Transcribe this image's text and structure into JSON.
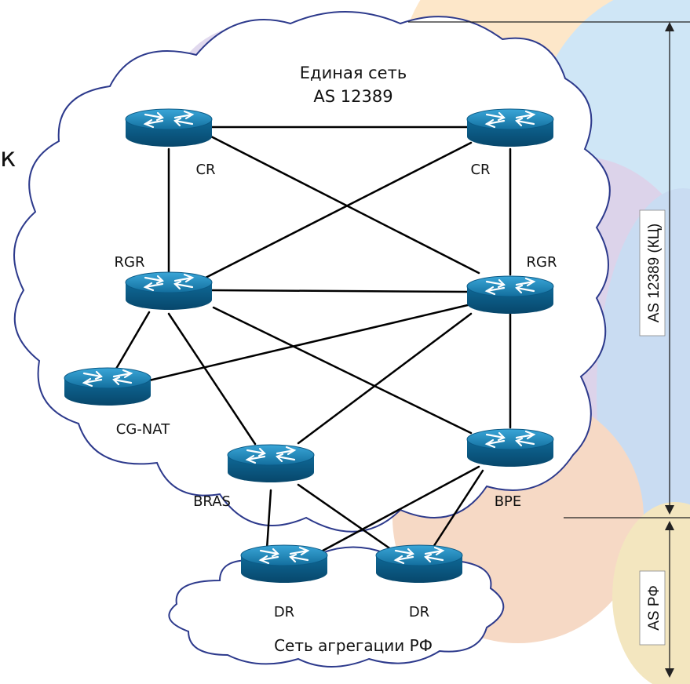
{
  "clouds": {
    "main_title_line1": "Единая сеть",
    "main_title_line2": "AS 12389",
    "aggregation_title": "Сеть агрегации РФ"
  },
  "routers": {
    "cr_left": "CR",
    "cr_right": "CR",
    "rgr_left": "RGR",
    "rgr_right": "RGR",
    "cgnat": "CG-NAT",
    "bras": "BRAS",
    "bpe": "BPE",
    "dr_left": "DR",
    "dr_right": "DR"
  },
  "brackets": {
    "upper": "AS 12389 (КЦ)",
    "lower": "AS РФ"
  },
  "stray_glyph": "к",
  "colors": {
    "router_top": "#1a7fb5",
    "router_side": "#0b5a86",
    "cloud_fill": "#ffffff",
    "cloud_stroke": "#2d3a8c",
    "link": "#000000"
  }
}
